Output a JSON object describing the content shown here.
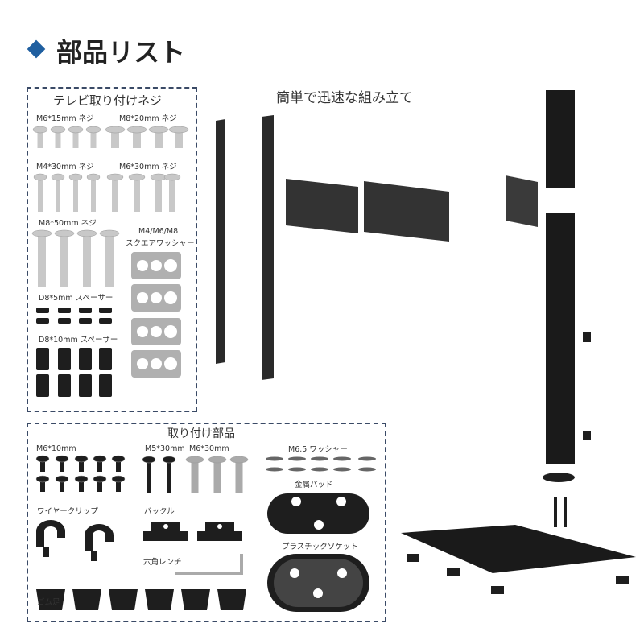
{
  "title": "部品リスト",
  "caption": "簡単で迅速な組み立て",
  "accent": "#1f5fa0",
  "tv_screws": {
    "heading": "テレビ取り付けネジ",
    "items": [
      "M6*15mm ネジ",
      "M8*20mm ネジ",
      "M4*30mm ネジ",
      "M6*30mm ネジ",
      "M8*50mm ネジ"
    ],
    "washer_line1": "M4/M6/M8",
    "washer_line2": "スクエアワッシャー",
    "spacer5": "D8*5mm スペーサー",
    "spacer10": "D8*10mm スペーサー"
  },
  "mount_parts": {
    "heading": "取り付け部品",
    "m6x10": "M6*10mm",
    "m5x30": "M5*30mm",
    "m6x30": "M6*30mm",
    "washer": "M6.5 ワッシャー",
    "pad": "金属パッド",
    "clip": "ワイヤークリップ",
    "buckle": "バックル",
    "wrench": "六角レンチ",
    "socket": "プラスチックソケット",
    "feet": "ゴム足"
  }
}
